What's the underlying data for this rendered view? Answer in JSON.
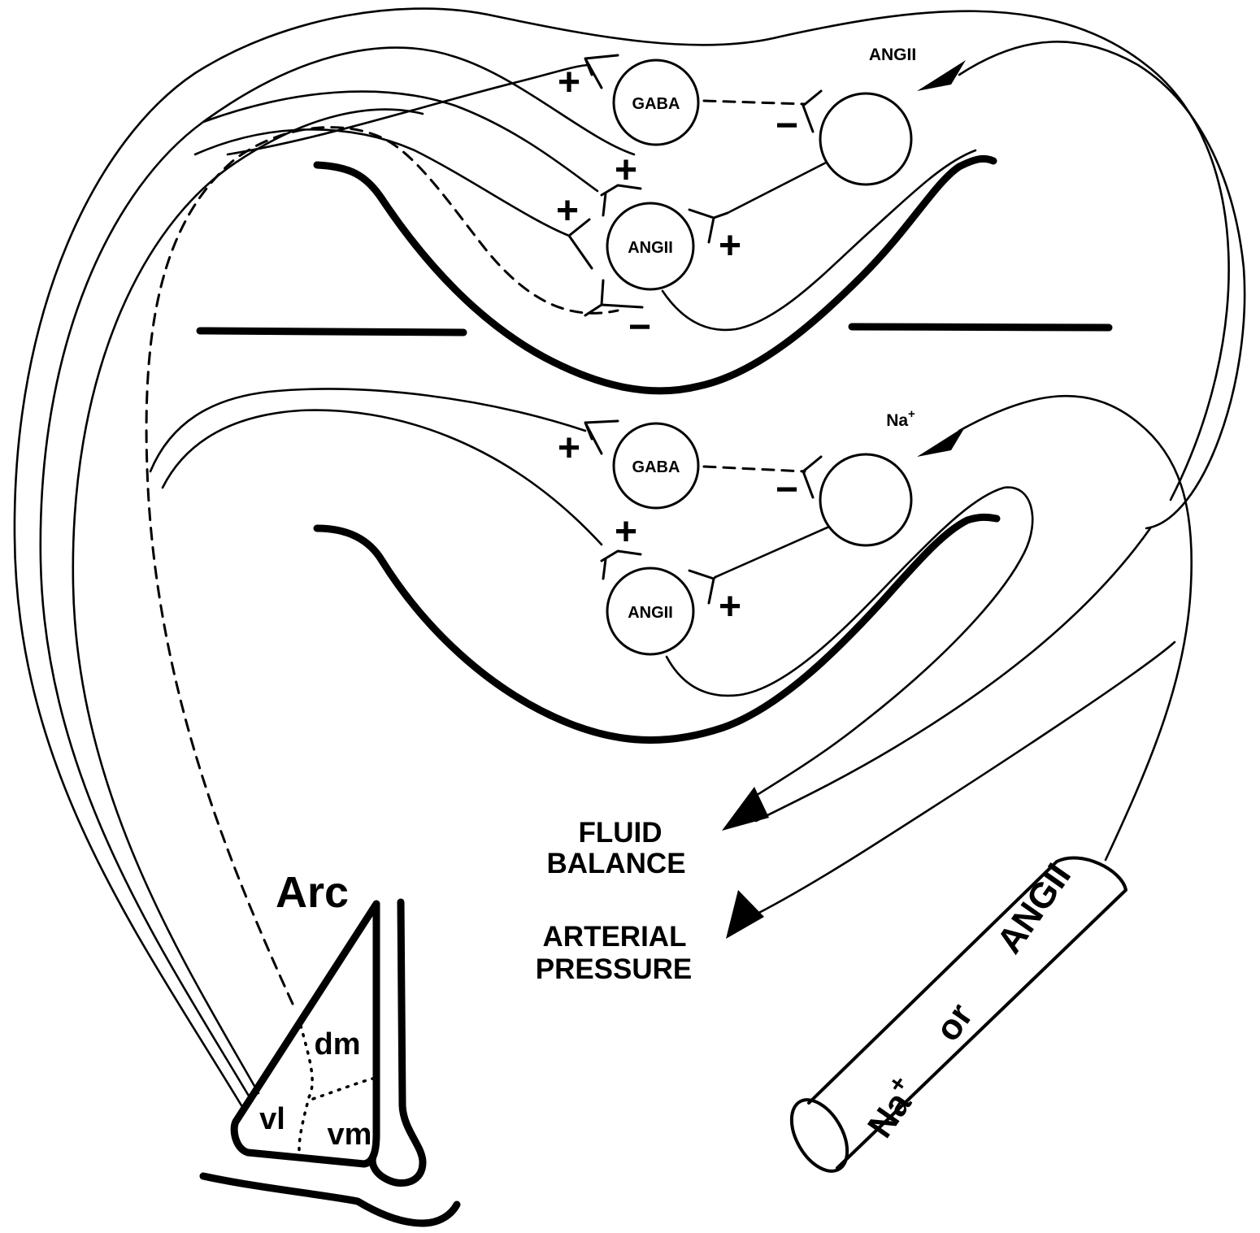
{
  "neurons": {
    "upper_gaba": "GABA",
    "upper_angii": "ANGII",
    "lower_gaba": "GABA",
    "lower_angii": "ANGII"
  },
  "inputs": {
    "upper": "ANGII",
    "lower_base": "Na",
    "lower_sup": "+"
  },
  "signs": {
    "plus": "+",
    "minus": "−"
  },
  "outputs": {
    "fluid_line1": "FLUID",
    "fluid_line2": "BALANCE",
    "pressure_line1": "ARTERIAL",
    "pressure_line2": "PRESSURE"
  },
  "arc": {
    "title": "Arc",
    "dm": "dm",
    "vl": "vl",
    "vm": "vm"
  },
  "vessel": {
    "na": "Na",
    "na_sup": "+",
    "or": "or",
    "angii": "ANGII"
  }
}
